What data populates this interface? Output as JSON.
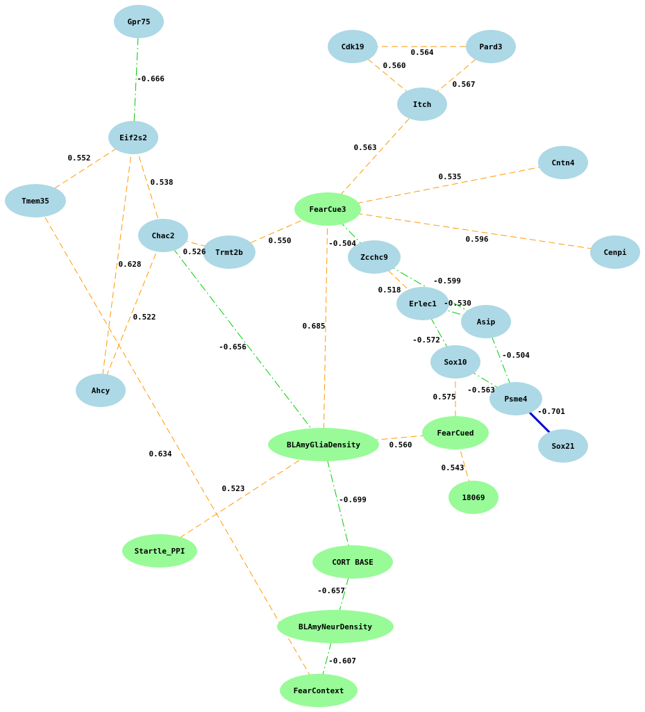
{
  "colors": {
    "gene_node": "#add8e6",
    "phenotype_node": "#98fb98",
    "positive_edge": "#ff9900",
    "negative_edge": "#00cc00",
    "strong_negative_edge": "#0000cc",
    "background": "#ffffff"
  },
  "nodes": [
    {
      "id": "Gpr75",
      "label": "Gpr75",
      "kind": "gene"
    },
    {
      "id": "Cdk19",
      "label": "Cdk19",
      "kind": "gene"
    },
    {
      "id": "Pard3",
      "label": "Pard3",
      "kind": "gene"
    },
    {
      "id": "Itch",
      "label": "Itch",
      "kind": "gene"
    },
    {
      "id": "Eif2s2",
      "label": "Eif2s2",
      "kind": "gene"
    },
    {
      "id": "Cntn4",
      "label": "Cntn4",
      "kind": "gene"
    },
    {
      "id": "Tmem35",
      "label": "Tmem35",
      "kind": "gene"
    },
    {
      "id": "FearCue3",
      "label": "FearCue3",
      "kind": "phenotype"
    },
    {
      "id": "Chac2",
      "label": "Chac2",
      "kind": "gene"
    },
    {
      "id": "Trmt2b",
      "label": "Trmt2b",
      "kind": "gene"
    },
    {
      "id": "Zcchc9",
      "label": "Zcchc9",
      "kind": "gene"
    },
    {
      "id": "Cenpi",
      "label": "Cenpi",
      "kind": "gene"
    },
    {
      "id": "Erlec1",
      "label": "Erlec1",
      "kind": "gene"
    },
    {
      "id": "Asip",
      "label": "Asip",
      "kind": "gene"
    },
    {
      "id": "Sox10",
      "label": "Sox10",
      "kind": "gene"
    },
    {
      "id": "Ahcy",
      "label": "Ahcy",
      "kind": "gene"
    },
    {
      "id": "Psme4",
      "label": "Psme4",
      "kind": "gene"
    },
    {
      "id": "FearCued",
      "label": "FearCued",
      "kind": "phenotype"
    },
    {
      "id": "BLAmyGliaDensity",
      "label": "BLAmyGliaDensity",
      "kind": "phenotype"
    },
    {
      "id": "Sox21",
      "label": "Sox21",
      "kind": "gene"
    },
    {
      "id": "18069",
      "label": "18069",
      "kind": "phenotype"
    },
    {
      "id": "Startle_PPI",
      "label": "Startle_PPI",
      "kind": "phenotype"
    },
    {
      "id": "CORT_BASE",
      "label": "CORT BASE",
      "kind": "phenotype"
    },
    {
      "id": "BLAmyNeurDensity",
      "label": "BLAmyNeurDensity",
      "kind": "phenotype"
    },
    {
      "id": "FearContext",
      "label": "FearContext",
      "kind": "phenotype"
    }
  ],
  "edges": [
    {
      "source": "Gpr75",
      "target": "Eif2s2",
      "weight": "-0.666",
      "sign": "negative"
    },
    {
      "source": "Cdk19",
      "target": "Pard3",
      "weight": "0.564",
      "sign": "positive"
    },
    {
      "source": "Cdk19",
      "target": "Itch",
      "weight": "0.560",
      "sign": "positive"
    },
    {
      "source": "Pard3",
      "target": "Itch",
      "weight": "0.567",
      "sign": "positive"
    },
    {
      "source": "Itch",
      "target": "FearCue3",
      "weight": "0.563",
      "sign": "positive"
    },
    {
      "source": "Eif2s2",
      "target": "Tmem35",
      "weight": "0.552",
      "sign": "positive"
    },
    {
      "source": "Eif2s2",
      "target": "Chac2",
      "weight": "0.538",
      "sign": "positive"
    },
    {
      "source": "Eif2s2",
      "target": "Ahcy",
      "weight": "0.628",
      "sign": "positive"
    },
    {
      "source": "Cntn4",
      "target": "FearCue3",
      "weight": "0.535",
      "sign": "positive"
    },
    {
      "source": "FearCue3",
      "target": "Trmt2b",
      "weight": "0.550",
      "sign": "positive"
    },
    {
      "source": "FearCue3",
      "target": "Zcchc9",
      "weight": "-0.504",
      "sign": "negative"
    },
    {
      "source": "FearCue3",
      "target": "Cenpi",
      "weight": "0.596",
      "sign": "positive"
    },
    {
      "source": "FearCue3",
      "target": "BLAmyGliaDensity",
      "weight": "0.685",
      "sign": "positive"
    },
    {
      "source": "Chac2",
      "target": "Trmt2b",
      "weight": "0.526",
      "sign": "positive"
    },
    {
      "source": "Chac2",
      "target": "Ahcy",
      "weight": "0.522",
      "sign": "positive"
    },
    {
      "source": "Chac2",
      "target": "BLAmyGliaDensity",
      "weight": "-0.656",
      "sign": "negative"
    },
    {
      "source": "Tmem35",
      "target": "FearContext",
      "weight": "0.634",
      "sign": "positive"
    },
    {
      "source": "Zcchc9",
      "target": "Erlec1",
      "weight": "0.518",
      "sign": "positive"
    },
    {
      "source": "Zcchc9",
      "target": "Asip",
      "weight": "-0.599",
      "sign": "negative"
    },
    {
      "source": "Erlec1",
      "target": "Asip",
      "weight": "-0.530",
      "sign": "negative"
    },
    {
      "source": "Erlec1",
      "target": "Sox10",
      "weight": "-0.572",
      "sign": "negative"
    },
    {
      "source": "Asip",
      "target": "Psme4",
      "weight": "-0.504",
      "sign": "negative"
    },
    {
      "source": "Sox10",
      "target": "Psme4",
      "weight": "-0.563",
      "sign": "negative"
    },
    {
      "source": "Sox10",
      "target": "FearCued",
      "weight": "0.575",
      "sign": "positive"
    },
    {
      "source": "Psme4",
      "target": "Sox21",
      "weight": "-0.701",
      "sign": "strong_negative"
    },
    {
      "source": "FearCued",
      "target": "BLAmyGliaDensity",
      "weight": "0.560",
      "sign": "positive"
    },
    {
      "source": "FearCued",
      "target": "18069",
      "weight": "0.543",
      "sign": "positive"
    },
    {
      "source": "BLAmyGliaDensity",
      "target": "Startle_PPI",
      "weight": "0.523",
      "sign": "positive"
    },
    {
      "source": "BLAmyGliaDensity",
      "target": "CORT_BASE",
      "weight": "-0.699",
      "sign": "negative"
    },
    {
      "source": "CORT_BASE",
      "target": "BLAmyNeurDensity",
      "weight": "-0.657",
      "sign": "negative"
    },
    {
      "source": "BLAmyNeurDensity",
      "target": "FearContext",
      "weight": "-0.607",
      "sign": "negative"
    }
  ]
}
